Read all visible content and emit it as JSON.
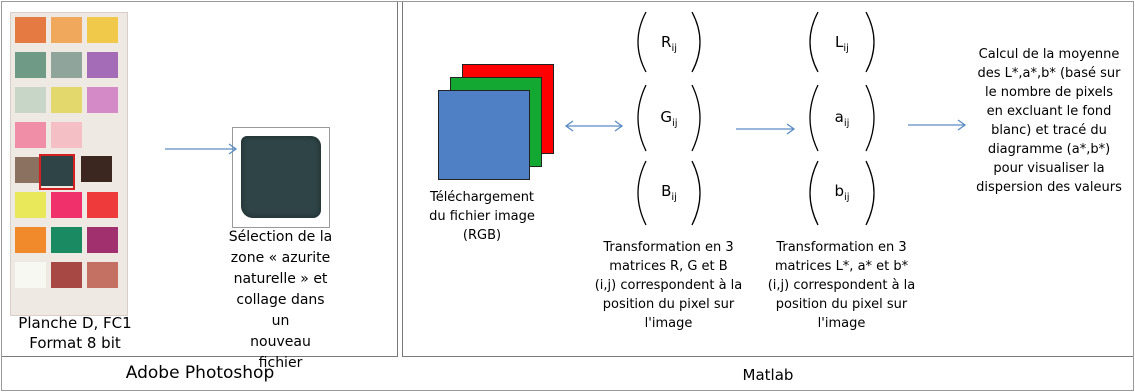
{
  "photoshop": {
    "caption": "Adobe Photoshop",
    "plate_label": [
      "Planche D, FC1",
      "Format 8 bit"
    ],
    "selection_text": [
      "Sélection de la",
      "zone « azurite",
      "naturelle » et",
      "collage dans un",
      "nouveau fichier"
    ]
  },
  "matlab": {
    "caption": "Matlab",
    "upload_text": [
      "Téléchargement",
      "du fichier image",
      "(RGB)"
    ],
    "rgb_matrices": [
      {
        "letter": "R",
        "sub": "ij"
      },
      {
        "letter": "G",
        "sub": "ij"
      },
      {
        "letter": "B",
        "sub": "ij"
      }
    ],
    "lab_matrices": [
      {
        "letter": "L",
        "sub": "ij"
      },
      {
        "letter": "a",
        "sub": "ij"
      },
      {
        "letter": "b",
        "sub": "ij"
      }
    ],
    "rgb_text": [
      "Transformation en 3",
      "matrices R, G et B",
      "(i,j) correspondent à la",
      "position du pixel sur",
      "l'image"
    ],
    "lab_text": [
      "Transformation en 3",
      "matrices L*, a* et b*",
      "(i,j) correspondent à la",
      "position du pixel sur",
      "l'image"
    ],
    "result_text": [
      "Calcul de la moyenne",
      "des L*,a*,b* (basé sur",
      "le nombre de pixels",
      "en excluant le fond",
      "blanc) et tracé du",
      "diagramme (a*,b*)",
      "pour visualiser la",
      "dispersion des valeurs"
    ]
  },
  "colors": {
    "arrow": "#5b8cc4",
    "image_red": "#ff0000",
    "image_green": "#12a832",
    "image_blue": "#4f7fc4",
    "selection_box": "#d42020",
    "azurite": "#2e4446"
  }
}
